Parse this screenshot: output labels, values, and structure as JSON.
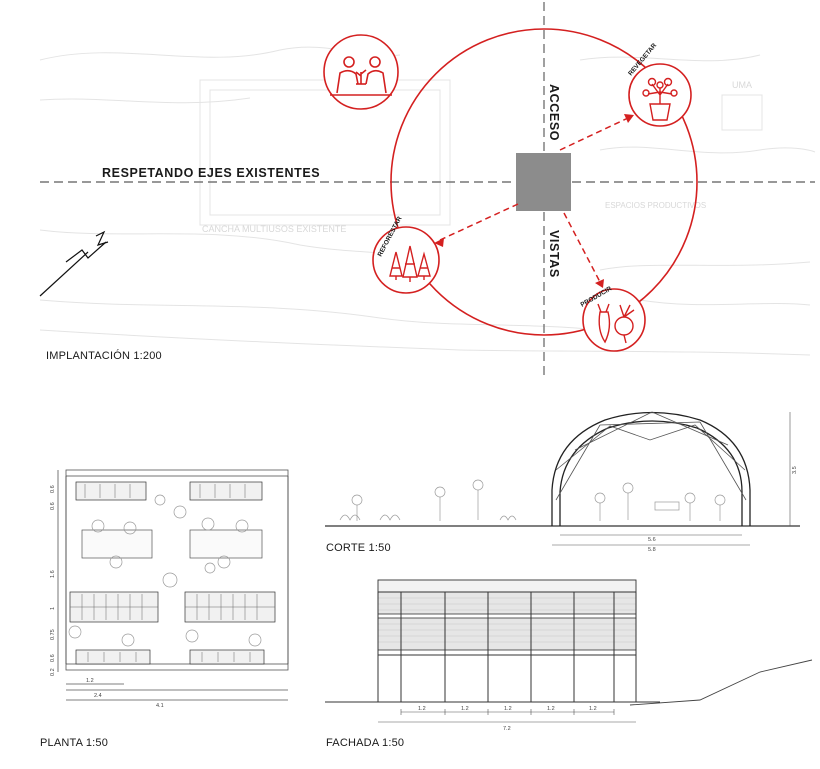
{
  "implantacion": {
    "title": "IMPLANTACIÓN 1:200",
    "axis_label": "RESPETANDO EJES EXISTENTES",
    "access_label": "ACCESO",
    "views_label": "VISTAS",
    "actions": [
      {
        "key": "revegetar",
        "label": "REVEGETAR"
      },
      {
        "key": "reforestar",
        "label": "REFORESTAR"
      },
      {
        "key": "producir",
        "label": "PRODUCIR"
      }
    ],
    "site_labels": [
      "CANCHA MULTIUSOS EXISTENTE",
      "UMA",
      "ESPACIOS PRODUCTIVOS"
    ],
    "accent_color": "#d42020"
  },
  "planta": {
    "title": "PLANTA 1:50",
    "dims_vertical": [
      "0.6",
      "0.6",
      "1.6",
      "1",
      "0.75",
      "0.6",
      "0.2"
    ],
    "dims_horizontal": [
      "1.2",
      "2.4",
      "4.1"
    ]
  },
  "corte": {
    "title": "CORTE 1:50",
    "dims": [
      "5.6",
      "5.8",
      "3.5"
    ]
  },
  "fachada": {
    "title": "FACHADA 1:50",
    "dims_bays": [
      "1.2",
      "1.2",
      "1.2",
      "1.2",
      "1.2"
    ],
    "dim_total": "7.2"
  }
}
